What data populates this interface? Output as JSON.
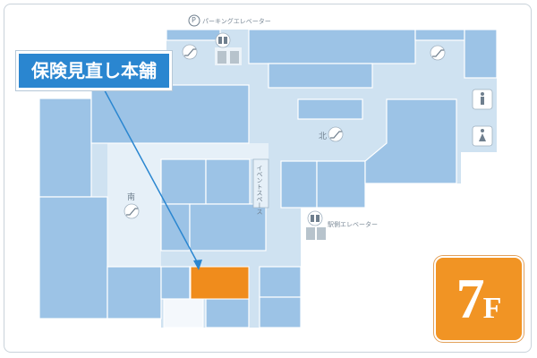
{
  "callout": {
    "label": "保険見直し本舗"
  },
  "floor": {
    "number": "7",
    "suffix": "F"
  },
  "labels": {
    "parking_elevator": "パーキングエレベーター",
    "station_elevator": "駅側エレベーター",
    "north": "北",
    "south": "南",
    "event_space": "イベントスペース"
  },
  "icons": {
    "parking": "P",
    "elevator": "elevator-icon",
    "escalator": "escalator-icon",
    "restroom_male": "restroom-male-icon",
    "restroom_female": "restroom-female-icon"
  },
  "colors": {
    "floor_base": "#cfe2f1",
    "store": "#9cc3e6",
    "highlight": "#f08c1c",
    "pointer": "#2a86d0",
    "badge": "#f19424"
  }
}
